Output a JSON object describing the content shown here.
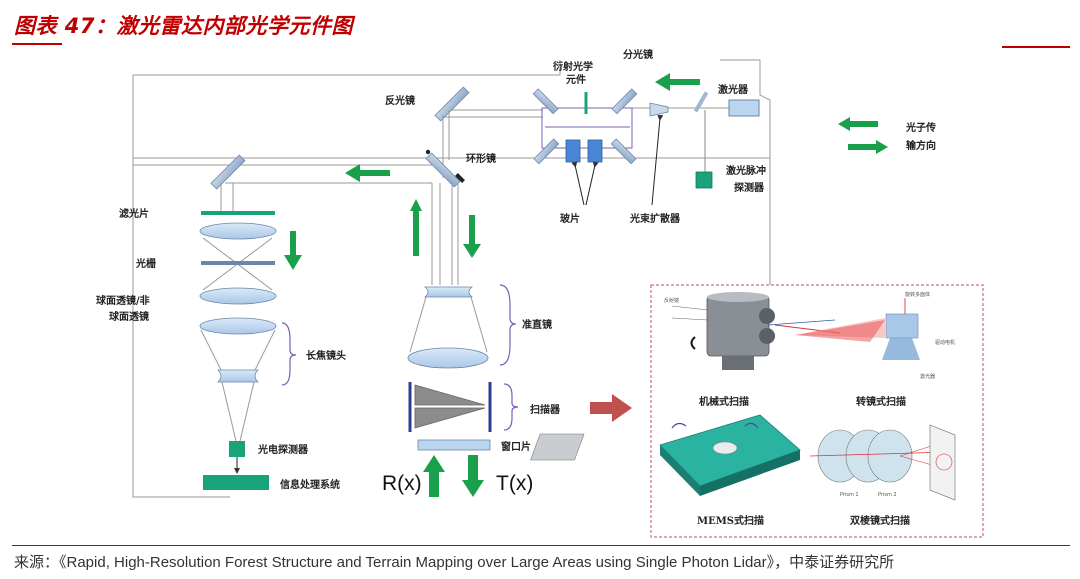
{
  "title": "图表 47：激光雷达内部光学元件图",
  "source": "来源：《Rapid, High-Resolution Forest Structure and Terrain Mapping over Large Areas using Single Photon Lidar》，中泰证券研究所",
  "labels": {
    "splitter": "分光镜",
    "diffractive_1": "衍射光学",
    "diffractive_2": "元件",
    "laser": "激光器",
    "reflector": "反光镜",
    "ring_mirror": "环形镜",
    "wave_plate": "玻片",
    "beam_expander": "光束扩散器",
    "pulse_detector_1": "激光脉冲",
    "pulse_detector_2": "探测器",
    "photon_dir_1": "光子传",
    "photon_dir_2": "输方向",
    "filter": "滤光片",
    "grating": "光栅",
    "lens_1": "球面透镜/非",
    "lens_2": "球面透镜",
    "tele_lens": "长焦镜头",
    "collimator": "准直镜",
    "scanner": "扫描器",
    "window": "窗口片",
    "photo_detector": "光电探测器",
    "info_system": "信息处理系统",
    "rx": "R(x)",
    "tx": "T(x)",
    "mech_scan": "机械式扫描",
    "mirror_scan": "转镜式扫描",
    "mems_scan": "MEMS式扫描",
    "wedge_scan": "双棱镜式扫描",
    "prism1": "Prism 1",
    "prism2": "Prism 2"
  },
  "colors": {
    "accent_red": "#c00000",
    "arrow_green": "#1aa04a",
    "teal": "#1aa37a",
    "blue_lens": "#b9d5f0",
    "mirror": "#9fb7d3",
    "scan_arrow": "#c0504d"
  }
}
